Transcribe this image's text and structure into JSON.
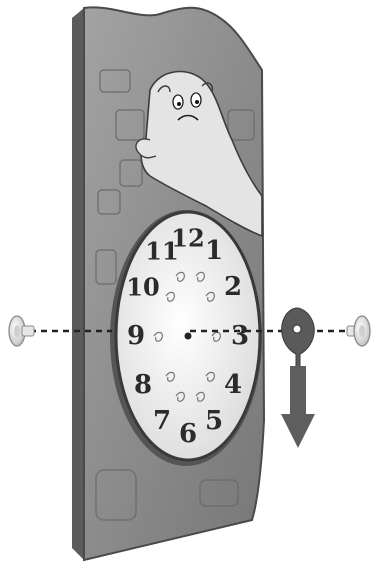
{
  "diagram": {
    "clock_numerals": [
      "12",
      "1",
      "2",
      "3",
      "4",
      "5",
      "6",
      "7",
      "8",
      "9",
      "10",
      "11"
    ],
    "colors": {
      "board_face": "#8f8f8f",
      "board_edge": "#4a4a4a",
      "board_side": "#6e6e6e",
      "dial_face": "#f2f2f2",
      "dial_rim": "#3a3a3a",
      "numeral": "#2b2b2b",
      "pendulum": "#5a5a5a",
      "arrow": "#5e5e5e",
      "dash_line": "#222222",
      "bolt": "#eeeeee"
    },
    "icons": {
      "left_bolt": "wall-anchor-bolt-icon",
      "right_bolt": "wall-anchor-bolt-icon",
      "pendulum": "pendulum-icon",
      "down_arrow": "arrow-down-icon",
      "ghost": "ghost-illustration"
    }
  }
}
